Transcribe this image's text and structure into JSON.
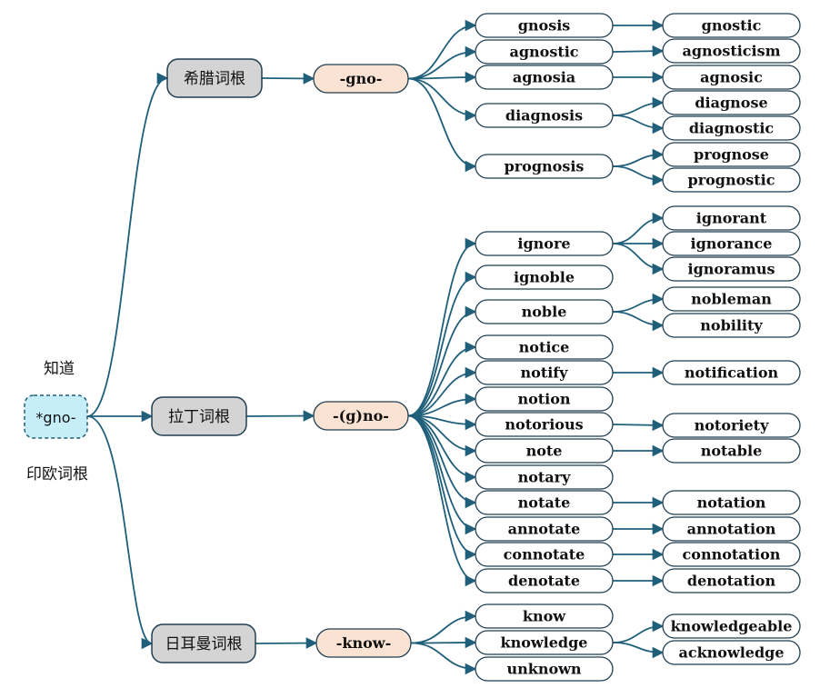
{
  "root": {
    "label": "*gno-",
    "meaning": "知道",
    "category": "印欧词根"
  },
  "branches": [
    {
      "id": "greek",
      "label": "希腊词根",
      "stem": "-gno-",
      "words": [
        {
          "label": "gnosis",
          "derived": [
            "gnostic"
          ]
        },
        {
          "label": "agnostic",
          "derived": [
            "agnosticism"
          ]
        },
        {
          "label": "agnosia",
          "derived": [
            "agnosic"
          ]
        },
        {
          "label": "diagnosis",
          "derived": [
            "diagnose",
            "diagnostic"
          ]
        },
        {
          "label": "prognosis",
          "derived": [
            "prognose",
            "prognostic"
          ]
        }
      ]
    },
    {
      "id": "latin",
      "label": "拉丁词根",
      "stem": "-(g)no-",
      "words": [
        {
          "label": "ignore",
          "derived": [
            "ignorant",
            "ignorance",
            "ignoramus"
          ]
        },
        {
          "label": "ignoble",
          "derived": []
        },
        {
          "label": "noble",
          "derived": [
            "nobleman",
            "nobility"
          ]
        },
        {
          "label": "notice",
          "derived": []
        },
        {
          "label": "notify",
          "derived": [
            "notification"
          ]
        },
        {
          "label": "notion",
          "derived": []
        },
        {
          "label": "notorious",
          "derived": [
            "notoriety"
          ]
        },
        {
          "label": "note",
          "derived": [
            "notable"
          ]
        },
        {
          "label": "notary",
          "derived": []
        },
        {
          "label": "notate",
          "derived": [
            "notation"
          ]
        },
        {
          "label": "annotate",
          "derived": [
            "annotation"
          ]
        },
        {
          "label": "connotate",
          "derived": [
            "connotation"
          ]
        },
        {
          "label": "denotate",
          "derived": [
            "denotation"
          ]
        }
      ]
    },
    {
      "id": "germanic",
      "label": "日耳曼词根",
      "stem": "-know-",
      "words": [
        {
          "label": "know",
          "derived": []
        },
        {
          "label": "knowledge",
          "derived": [
            "knowledgeable",
            "acknowledge"
          ]
        },
        {
          "label": "unknown",
          "derived": []
        }
      ]
    }
  ]
}
